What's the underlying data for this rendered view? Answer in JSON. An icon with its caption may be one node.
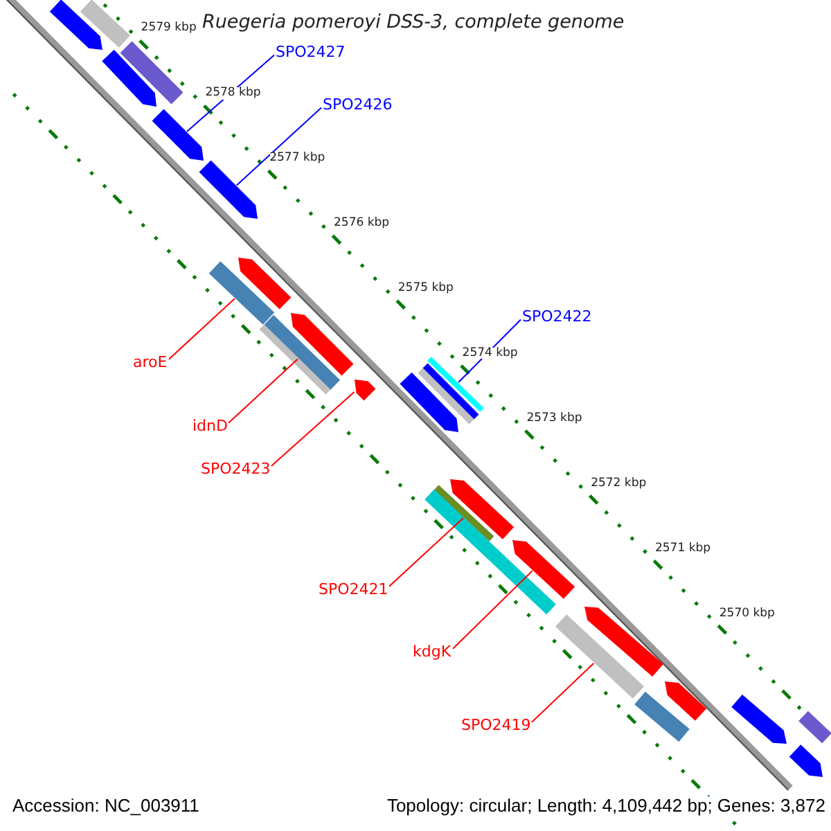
{
  "diagram": {
    "title": "Ruegeria pomeroyi DSS-3, complete genome",
    "nodes": [
      {
        "text": [
          "SPO2427"
        ]
      },
      {
        "text": [
          "SPO2426"
        ]
      },
      {
        "text": [
          "SPO2422"
        ]
      },
      {
        "text": [
          "aroE"
        ]
      },
      {
        "text": [
          "idnD"
        ]
      },
      {
        "text": [
          "SPO2423"
        ]
      },
      {
        "text": [
          "SPO2421"
        ]
      },
      {
        "text": [
          "kdgK"
        ]
      },
      {
        "text": [
          "SPO2419"
        ]
      },
      {
        "text": [],
        "shape": "pentagon"
      },
      {
        "text": [],
        "shape": "bar"
      },
      {
        "text": [],
        "shape": "bar"
      },
      {
        "text": [],
        "shape": "pentagon"
      },
      {
        "text": [],
        "shape": "pentagon"
      },
      {
        "text": [],
        "shape": "pentagon"
      },
      {
        "text": [],
        "shape": "pentagon"
      },
      {
        "text": [],
        "shape": "bar"
      },
      {
        "text": [],
        "shape": "pentagon"
      },
      {
        "text": [],
        "shape": "bar"
      },
      {
        "text": [],
        "shape": "bar"
      },
      {
        "text": [],
        "shape": "bar"
      },
      {
        "text": [],
        "shape": "bar"
      },
      {
        "text": [],
        "shape": "bar"
      },
      {
        "text": [],
        "shape": "pentagon"
      },
      {
        "text": [],
        "shape": "pentagon"
      },
      {
        "text": [],
        "shape": "pentagon"
      },
      {
        "text": [],
        "shape": "bar"
      },
      {
        "text": [],
        "shape": "bar"
      },
      {
        "text": [],
        "shape": "pentagon"
      },
      {
        "text": [],
        "shape": "pentagon"
      },
      {
        "text": [],
        "shape": "bar"
      },
      {
        "text": [],
        "shape": "pentagon"
      },
      {
        "text": [],
        "shape": "bar"
      },
      {
        "text": [],
        "shape": "pentagon"
      },
      {
        "text": [],
        "shape": "bar"
      },
      {
        "text": [],
        "shape": "pentagon"
      }
    ],
    "edges": [
      {
        "from": 0,
        "to": 13,
        "arrow": "none",
        "color": "#0000ff"
      },
      {
        "from": 1,
        "to": 14,
        "arrow": "none",
        "color": "#0000ff"
      },
      {
        "from": 2,
        "to": 20,
        "arrow": "none",
        "color": "#0000ff"
      },
      {
        "from": 3,
        "to": 16,
        "arrow": "none"
      },
      {
        "from": 4,
        "to": 18,
        "arrow": "none"
      },
      {
        "from": 5,
        "to": 24,
        "arrow": "none"
      },
      {
        "from": 6,
        "to": 26,
        "arrow": "none"
      },
      {
        "from": 7,
        "to": 28,
        "arrow": "none"
      },
      {
        "from": 8,
        "to": 30,
        "arrow": "none"
      }
    ],
    "labels": [
      "2579 kbp",
      "2578 kbp",
      "2577 kbp",
      "2576 kbp",
      "2575 kbp",
      "2574 kbp",
      "2573 kbp",
      "2572 kbp",
      "2571 kbp",
      "2570 kbp",
      "Accession: NC_003911",
      "Topology: circular; Length: 4,109,442 bp; Genes: 3,872"
    ]
  }
}
